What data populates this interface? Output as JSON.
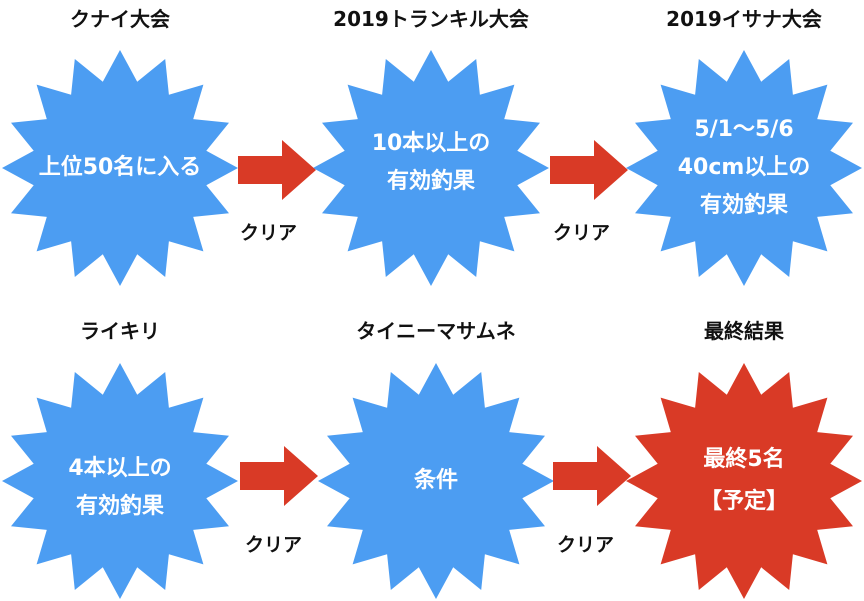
{
  "colors": {
    "blue": "#4c9df2",
    "red": "#d93a26",
    "text": "#111111",
    "white": "#ffffff"
  },
  "stages": [
    {
      "title": "クナイ大会",
      "lines": [
        "上位50名に入る"
      ],
      "color": "blue"
    },
    {
      "title": "2019トランキル大会",
      "lines": [
        "10本以上の",
        "有効釣果"
      ],
      "color": "blue"
    },
    {
      "title": "2019イサナ大会",
      "lines": [
        "5/1〜5/6",
        "40cm以上の",
        "有効釣果"
      ],
      "color": "blue"
    },
    {
      "title": "ライキリ",
      "lines": [
        "4本以上の",
        "有効釣果"
      ],
      "color": "blue"
    },
    {
      "title": "タイニーマサムネ",
      "lines": [
        "条件"
      ],
      "color": "blue"
    },
    {
      "title": "最終結果",
      "lines": [
        "最終5名",
        "【予定】"
      ],
      "color": "red"
    }
  ],
  "connectors": [
    {
      "label": "クリア"
    },
    {
      "label": "クリア"
    },
    {
      "label": "クリア"
    },
    {
      "label": "クリア"
    }
  ]
}
